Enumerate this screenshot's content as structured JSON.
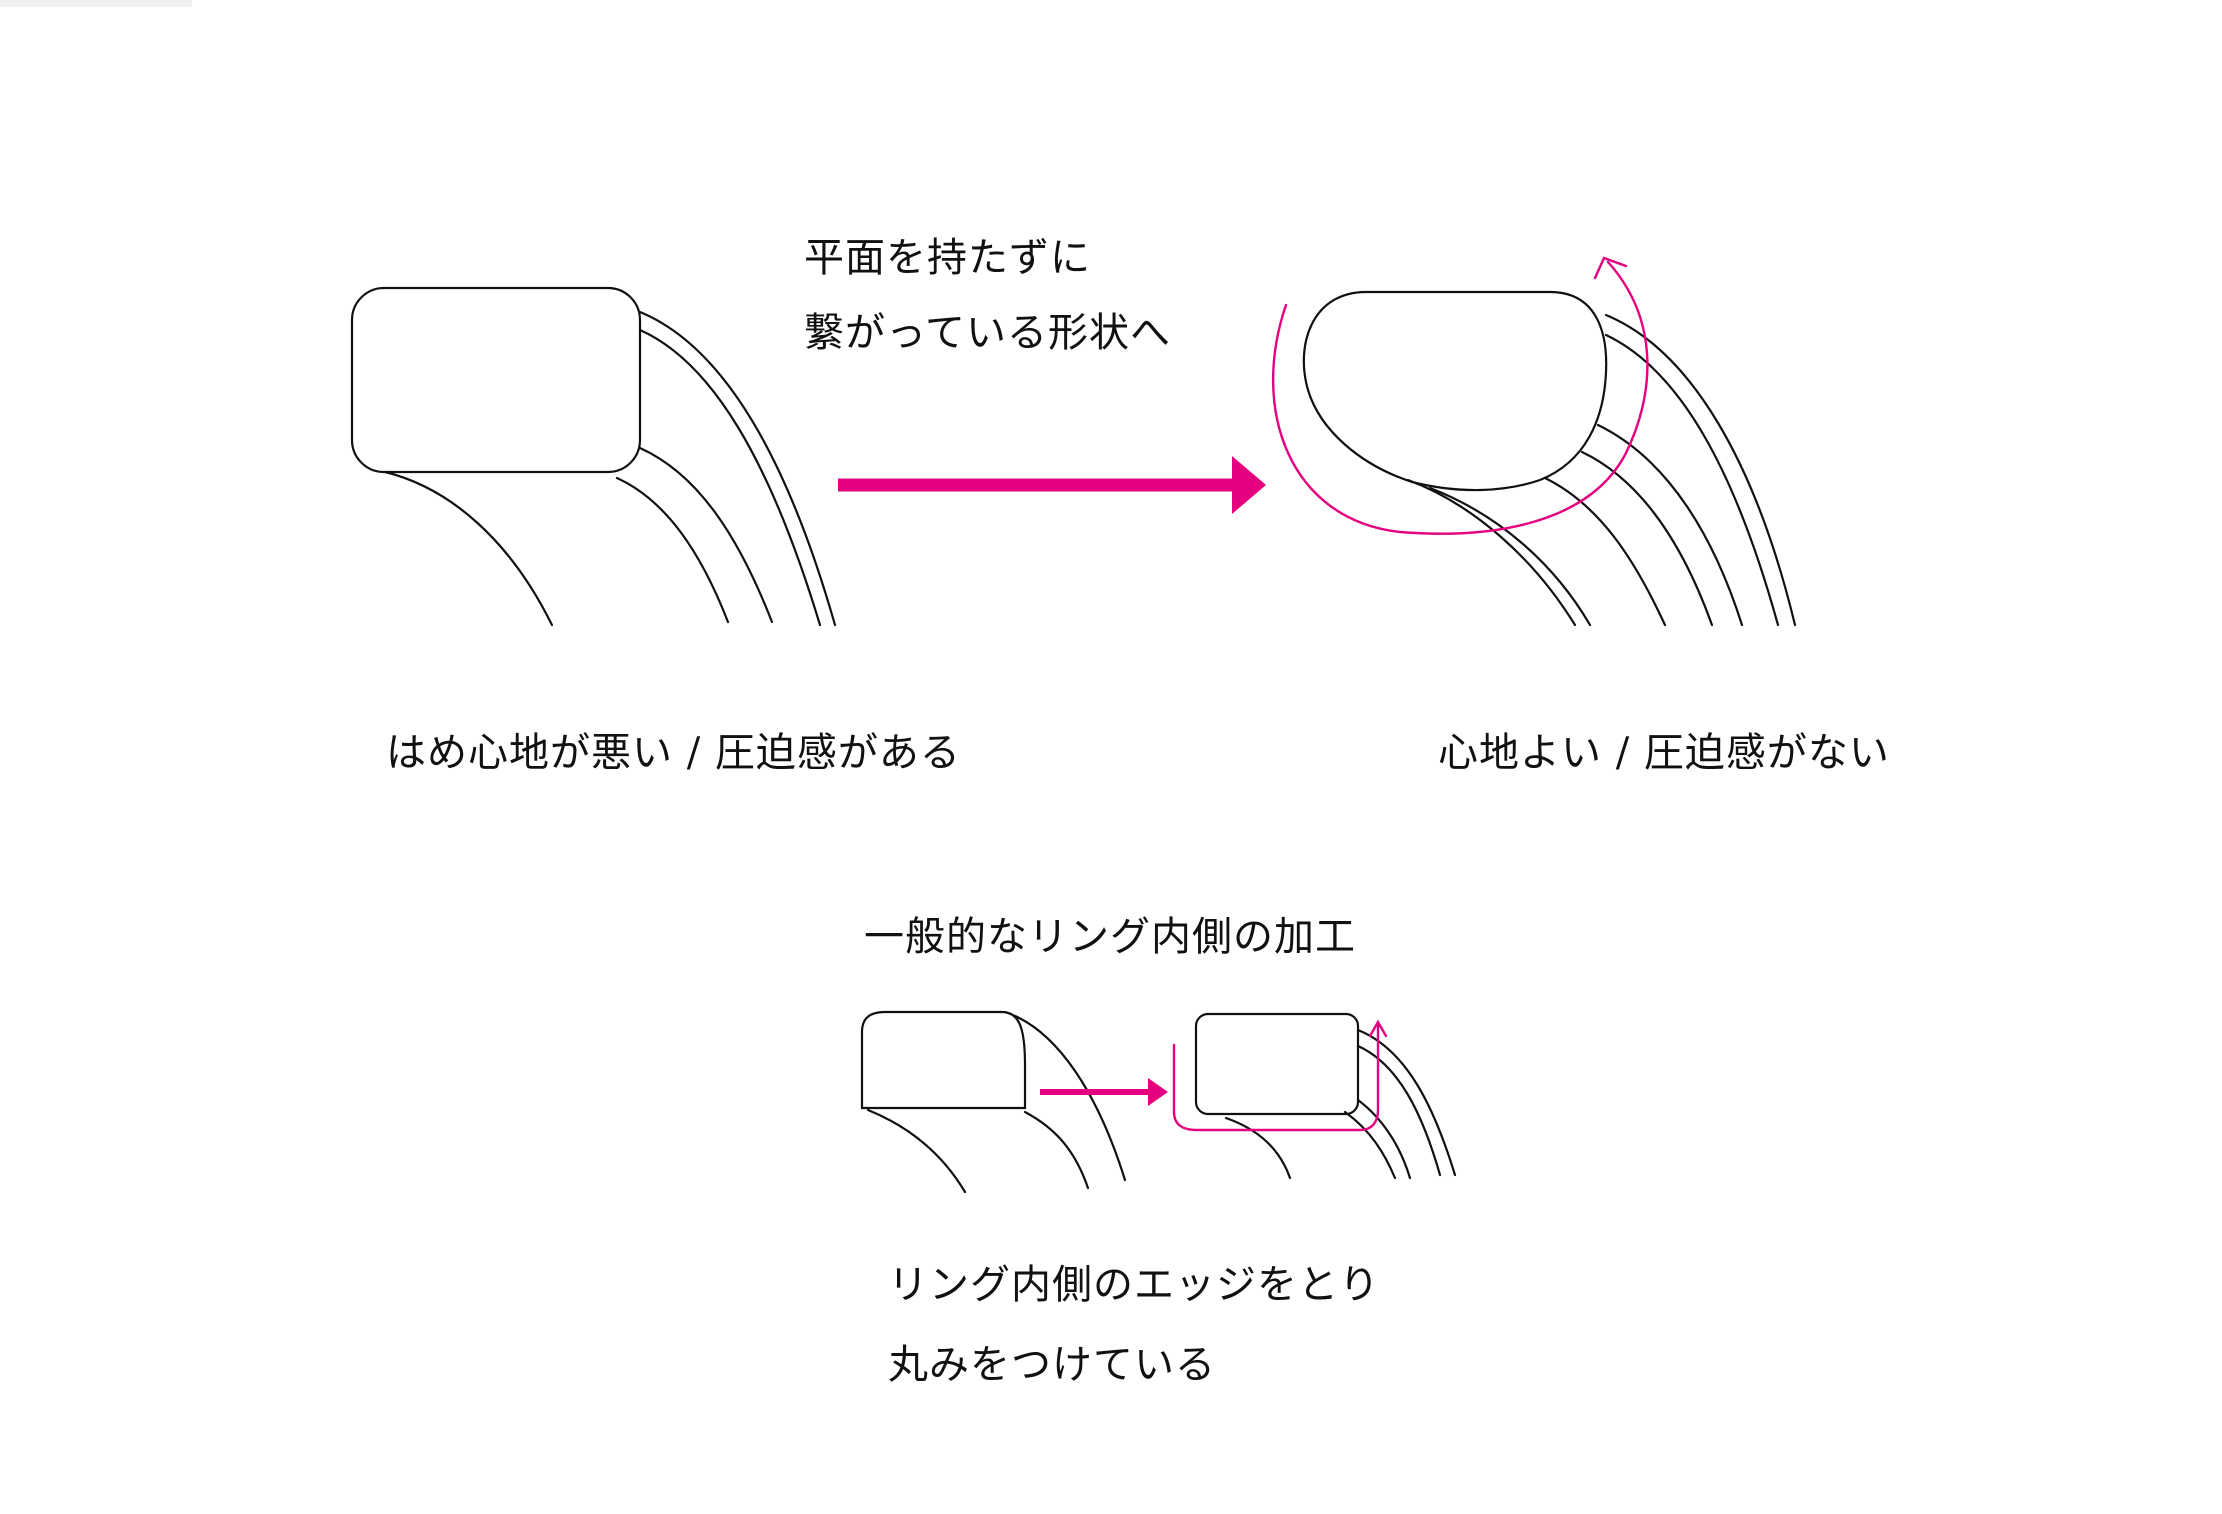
{
  "colors": {
    "accent": "#E4007F",
    "ink": "#111111"
  },
  "top": {
    "arrow_caption_line1": "平面を持たずに",
    "arrow_caption_line2": "繋がっている形状へ",
    "left_caption": "はめ心地が悪い / 圧迫感がある",
    "right_caption": "心地よい / 圧迫感がない"
  },
  "bottom": {
    "title": "一般的なリング内側の加工",
    "caption_line1": "リング内側のエッジをとり",
    "caption_line2": "丸みをつけている"
  }
}
